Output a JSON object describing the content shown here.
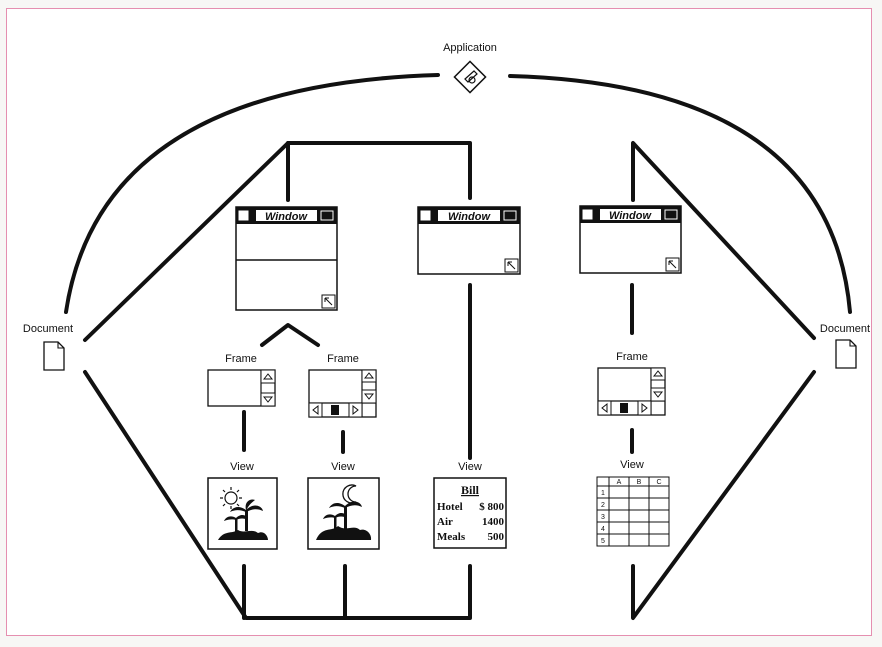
{
  "labels": {
    "application": "Application",
    "document_left": "Document",
    "document_right": "Document",
    "window_1": "Window",
    "window_2": "Window",
    "window_3": "Window",
    "frame_1": "Frame",
    "frame_2": "Frame",
    "frame_3": "Frame",
    "view_1": "View",
    "view_2": "View",
    "view_3": "View",
    "view_4": "View"
  },
  "bill": {
    "title": "Bill",
    "rows": [
      {
        "item": "Hotel",
        "amount": "$ 800"
      },
      {
        "item": "Air",
        "amount": "1400"
      },
      {
        "item": "Meals",
        "amount": "500"
      }
    ]
  },
  "spreadsheet": {
    "columns": [
      "A",
      "B",
      "C"
    ],
    "rows": [
      "1",
      "2",
      "3",
      "4",
      "5"
    ]
  },
  "icons": {
    "application": "application-diamond-icon",
    "document": "document-page-icon",
    "day_scene": "sun-palm-tree-icon",
    "night_scene": "moon-palm-tree-icon"
  },
  "colors": {
    "border": "#e58fb0",
    "ink": "#111111"
  }
}
